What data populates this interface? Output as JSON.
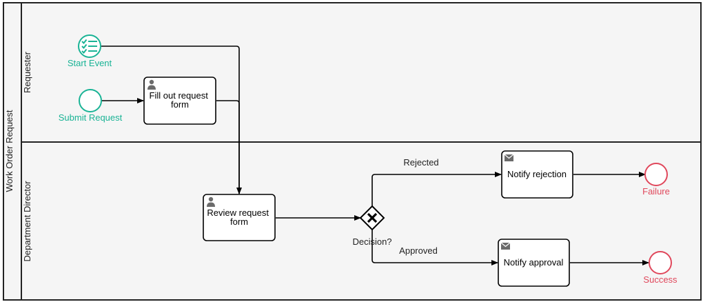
{
  "pool": {
    "name": "Work Order Request"
  },
  "lanes": [
    {
      "id": "requester",
      "name": "Requester"
    },
    {
      "id": "director",
      "name": "Department Director"
    }
  ],
  "events": {
    "start_event": {
      "label": "Start Event",
      "icon": "list-checklist-icon",
      "color": "#19b395"
    },
    "submit_request": {
      "label": "Submit Request",
      "color": "#19b395"
    },
    "failure": {
      "label": "Failure",
      "color": "#e0475b"
    },
    "success": {
      "label": "Success",
      "color": "#e0475b"
    }
  },
  "tasks": {
    "fill_form": {
      "label_lines": [
        "Fill out request",
        "form"
      ],
      "icon": "user-icon"
    },
    "review_form": {
      "label_lines": [
        "Review request",
        "form"
      ],
      "icon": "user-icon"
    },
    "notify_rejection": {
      "label_lines": [
        "Notify rejection"
      ],
      "icon": "envelope-icon"
    },
    "notify_approval": {
      "label_lines": [
        "Notify approval"
      ],
      "icon": "envelope-icon"
    }
  },
  "gateway": {
    "label": "Decision?",
    "icon": "exclusive-x-icon"
  },
  "flows": {
    "rejected": "Rejected",
    "approved": "Approved"
  }
}
